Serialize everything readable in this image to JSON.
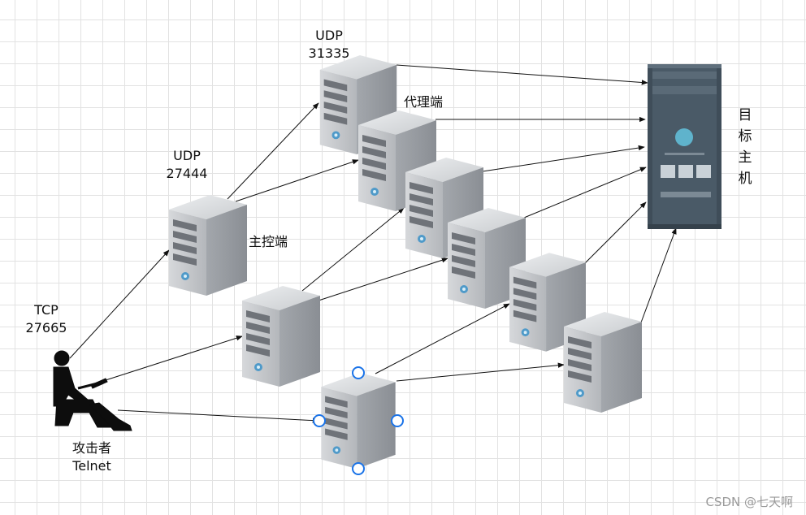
{
  "labels": {
    "attacker_name": "攻击者",
    "attacker_protocol": "Telnet",
    "tcp_proto": "TCP",
    "tcp_port": "27665",
    "udp1_proto": "UDP",
    "udp1_port": "27444",
    "udp2_proto": "UDP",
    "udp2_port": "31335",
    "master": "主控端",
    "agent": "代理端",
    "target": [
      "目",
      "标",
      "主",
      "机"
    ]
  },
  "watermark": "CSDN @七天啊",
  "colors": {
    "target_body": "#3f4d59",
    "target_accent": "#5fb3cc",
    "selection_handle": "#1a73e8"
  }
}
